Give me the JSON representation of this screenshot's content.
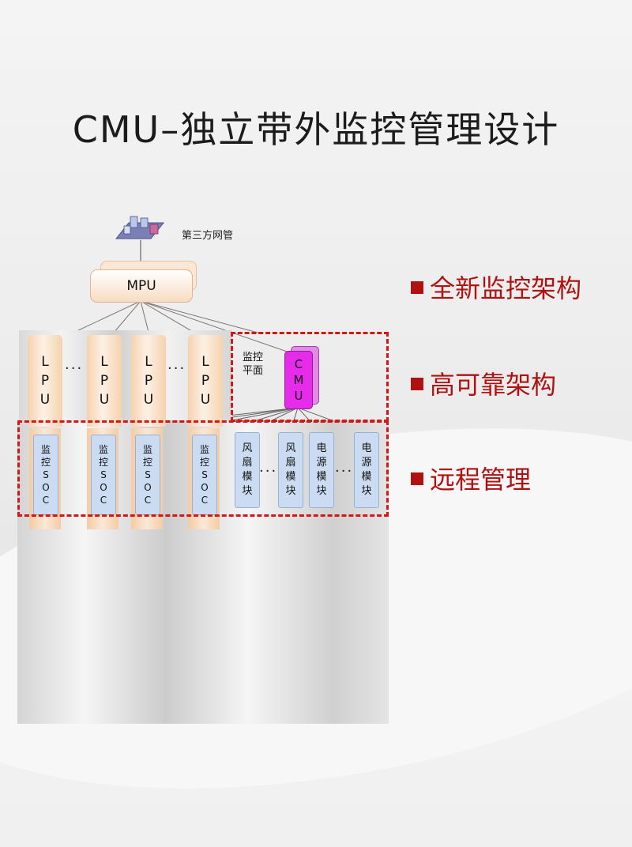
{
  "title": "CMU–独立带外监控管理设计",
  "diagram": {
    "nms_label": "第三方网管",
    "mpu_label": "MPU",
    "lpu_label": "LPU",
    "ellipsis": "···",
    "monitor_plane_label": "监控平面",
    "cmu_label": "CMU",
    "soc_label": "监控SOC",
    "modules": [
      "风扇模块",
      "风扇模块",
      "电源模块",
      "电源模块"
    ]
  },
  "bullets": [
    "全新监控架构",
    "高可靠架构",
    "远程管理"
  ],
  "colors": {
    "accent_red": "#b01212",
    "dashed_border": "#d01818",
    "cmu_magenta": "#e62bea",
    "module_blue": "#cbdcf2",
    "lpu_peach": "#f5d2ae"
  },
  "icons": {
    "nms": "network-management-workstation-icon"
  }
}
